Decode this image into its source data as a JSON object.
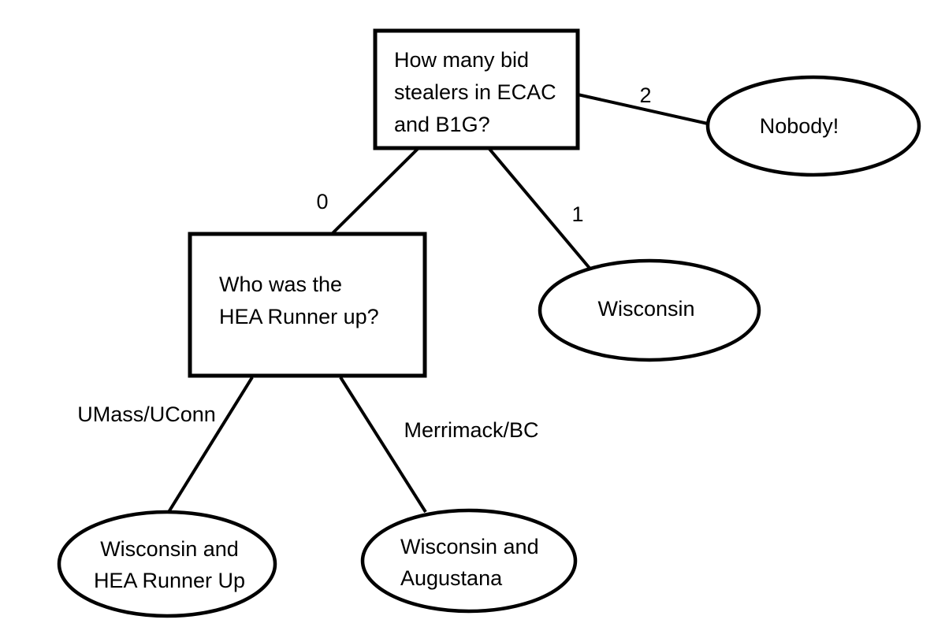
{
  "diagram": {
    "title": "How many bid stealers in ECAC and B1G?",
    "type": "decision-tree",
    "background_color": "#ffffff",
    "line_color": "#000000",
    "text_color": "#000000",
    "nodes": [
      {
        "id": "root",
        "shape": "rectangle",
        "lines": [
          "How many bid",
          "stealers in ECAC",
          "and B1G?"
        ]
      },
      {
        "id": "nobody",
        "shape": "ellipse",
        "lines": [
          "Nobody!"
        ]
      },
      {
        "id": "wisconsin",
        "shape": "ellipse",
        "lines": [
          "Wisconsin"
        ]
      },
      {
        "id": "hea-question",
        "shape": "rectangle",
        "lines": [
          "Who was the",
          "HEA Runner up?"
        ]
      },
      {
        "id": "wisconsin-hea-runner-up",
        "shape": "ellipse",
        "lines": [
          "Wisconsin and",
          "HEA Runner Up"
        ]
      },
      {
        "id": "wisconsin-augustana",
        "shape": "ellipse",
        "lines": [
          "Wisconsin and",
          "Augustana"
        ]
      }
    ],
    "edges": [
      {
        "id": "edge-0",
        "from": "root",
        "to": "hea-question",
        "label": "0"
      },
      {
        "id": "edge-1",
        "from": "root",
        "to": "wisconsin",
        "label": "1"
      },
      {
        "id": "edge-2",
        "from": "root",
        "to": "nobody",
        "label": "2"
      },
      {
        "id": "edge-umass-uconn",
        "from": "hea-question",
        "to": "wisconsin-hea-runner-up",
        "label": "UMass/UConn"
      },
      {
        "id": "edge-merrimack-bc",
        "from": "hea-question",
        "to": "wisconsin-augustana",
        "label": "Merrimack/BC"
      }
    ]
  }
}
